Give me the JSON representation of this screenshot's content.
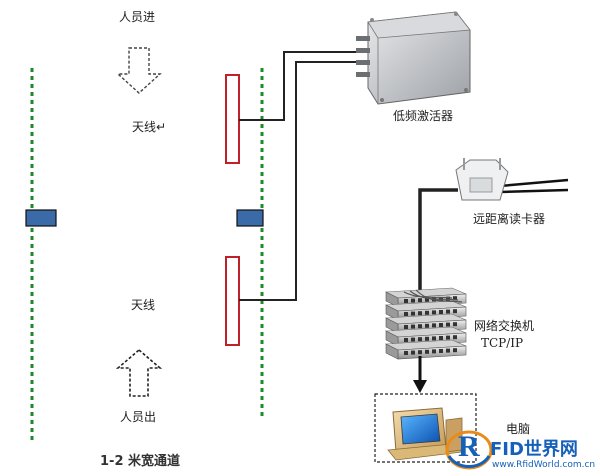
{
  "labels": {
    "people_in": "人员进",
    "people_out": "人员出",
    "antenna_top": "天线↵",
    "antenna_bottom": "天线",
    "lf_activator": "低频激活器",
    "reader": "远距离读卡器",
    "switch": "网络交换机",
    "protocol": "TCP/IP",
    "computer": "电脑",
    "channel_width": "1-2 米宽通道"
  },
  "watermark": {
    "brand": "FID世界网",
    "url": "www.RfidWorld.com.cn",
    "letter": "R"
  },
  "colors": {
    "dotted_line": "#1f8a2a",
    "antenna_red": "#c0202a",
    "sensor_blue": "#3a6aa8",
    "cable": "#222222",
    "watermark_blue": "#1560b8",
    "watermark_orange": "#e98b1a"
  }
}
